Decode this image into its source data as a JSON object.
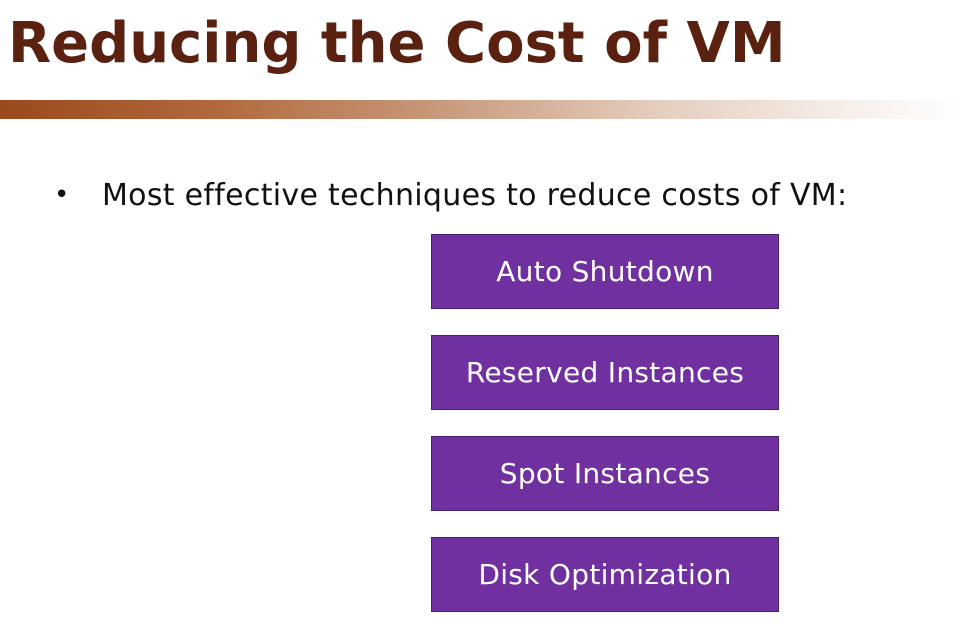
{
  "slide": {
    "title": "Reducing the Cost of VM",
    "bullet": {
      "symbol": "•",
      "text": "Most effective techniques to reduce costs of VM:"
    },
    "techniques": [
      "Auto Shutdown",
      "Reserved Instances",
      "Spot Instances",
      "Disk Optimization"
    ]
  },
  "colors": {
    "title_text": "#5a2010",
    "accent_bar_start": "#9a4a1c",
    "box_fill": "#7030a0",
    "box_text": "#ffffff",
    "body_text": "#111111"
  }
}
